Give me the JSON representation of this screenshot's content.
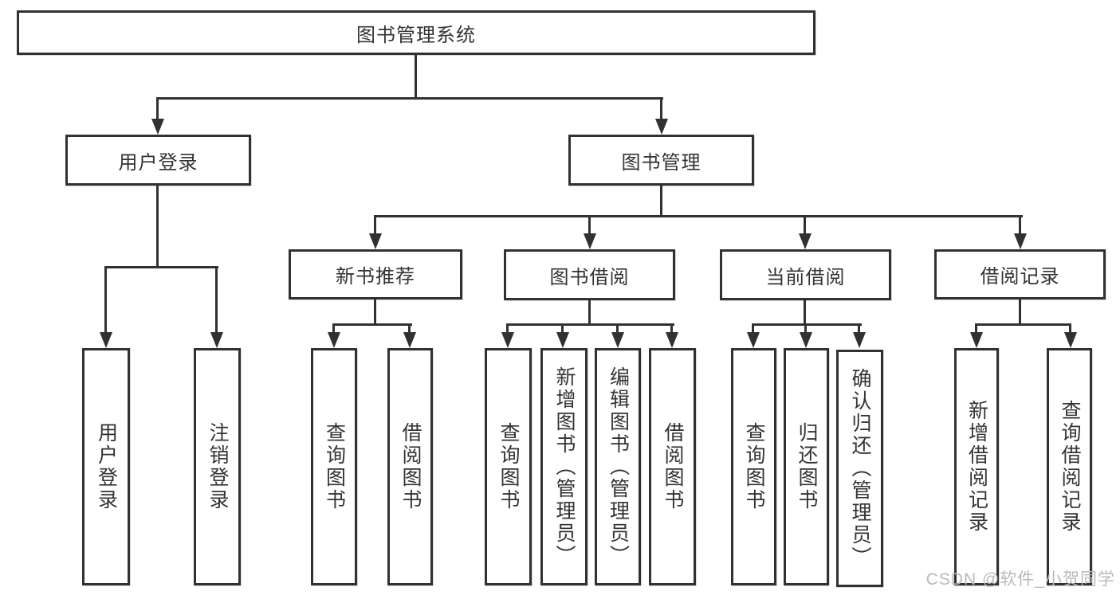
{
  "title": "图书管理系统",
  "nodes": {
    "root": "图书管理系统",
    "level2": [
      "用户登录",
      "图书管理"
    ],
    "level3": [
      "新书推荐",
      "图书借阅",
      "当前借阅",
      "借阅记录"
    ],
    "leaves": [
      "用户登录",
      "注销登录",
      "查询图书",
      "借阅图书",
      "查询图书",
      "新增图书（管理员）",
      "编辑图书（管理员）",
      "借阅图书",
      "查询图书",
      "归还图书",
      "确认归还（管理员）",
      "新增借阅记录",
      "查询借阅记录"
    ]
  },
  "watermark": "CSDN @软件_小贺同学",
  "colors": {
    "line": "#313131",
    "text": "#333333",
    "background": "#ffffff",
    "watermark": "#b9b9b9"
  }
}
